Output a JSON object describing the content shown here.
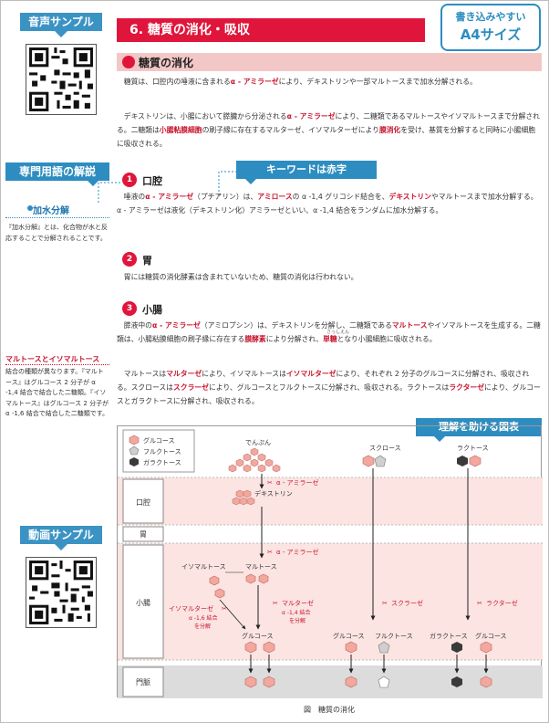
{
  "sidebar": {
    "audio_sample": "音声サンプル",
    "terms_header": "専門用語の解説",
    "term1_word": "加水分解",
    "term1_text": "『加水分解』とは、化合物が水と反応することで分解されることです。",
    "term2_word": "マルトースとイソマルトース",
    "term2_text": "結合の種類が異なります。『マルトース』はグルコース 2 分子が α -1,4 結合で結合した二糖類。『イソマルトース』はグルコース 2 分子が α -1,6 結合で結合した二糖類です。",
    "video_sample": "動画サンプル"
  },
  "header": {
    "title": "6. 糖質の消化・吸収",
    "badge_line1": "書き込みやすい",
    "badge_line2": "A4サイズ"
  },
  "section": {
    "title": "糖質の消化"
  },
  "paragraphs": {
    "p1_a": "　糖質は、口腔内の唾液に含まれる",
    "p1_kw": "α - アミラーゼ",
    "p1_b": "により、デキストリンや一部マルトースまで加水分解される。",
    "p2_a": "　デキストリンは、小腸において膵臓から分泌される",
    "p2_kw1": "α - アミラーゼ",
    "p2_b": "により、二糖類であるマルトースやイソマルトースまで分解される。二糖類は",
    "p2_kw2": "小腸粘膜細胞",
    "p2_c": "の刷子縁に存在するマルターゼ、イソマルターゼにより",
    "p2_kw3": "膜消化",
    "p2_d": "を受け、基質を分解すると同時に小腸細胞に吸収される。"
  },
  "keyword_label": "キーワードは赤字",
  "figure_label": "理解を助ける図表",
  "steps": [
    {
      "num": "1",
      "title": "口腔",
      "t_a": "　唾液の",
      "t_kw1": "α - アミラーゼ",
      "t_b": "（プチアリン）は、",
      "t_kw2": "アミロース",
      "t_c": "の α -1,4 グリコシド結合を、",
      "t_kw3": "デキストリン",
      "t_d": "やマルトースまで加水分解する。α - アミラーゼは液化（デキストリン化）アミラーゼといい、α -1,4 結合をランダムに加水分解する。"
    },
    {
      "num": "2",
      "title": "胃",
      "t_a": "　胃には糖質の消化酵素は含まれていないため、糖質の消化は行われない。"
    },
    {
      "num": "3",
      "title": "小腸",
      "t_a": "　膵液中の",
      "t_kw1": "α - アミラーゼ",
      "t_b": "（アミロプシン）は、デキストリンを分解し、二糖類である",
      "t_kw2": "マルトース",
      "t_c": "やイソマルトースを生成する。二糖類は、小腸粘膜細胞の刷子縁に存在する",
      "t_kw3": "膜酵素",
      "t_d": "により分解され、",
      "t_kw4": "単糖",
      "t_e": "となり小腸細胞に吸収される。",
      "t2_a": "　マルトースは",
      "t2_kw1": "マルターゼ",
      "t2_b": "により、イソマルトースは",
      "t2_kw2": "イソマルターゼ",
      "t2_c": "により、それぞれ 2 分子のグルコースに分解され、吸収される。スクロースは",
      "t2_kw3": "スクラーゼ",
      "t2_d": "により、グルコースとフルクトースに分解され、吸収される。ラクトースは",
      "t2_kw4": "ラクターゼ",
      "t2_e": "により、グルコースとガラクトースに分解され、吸収される。",
      "ruby": "さっしえん"
    }
  ],
  "diagram": {
    "legend": [
      "グルコース",
      "フルクトース",
      "ガラクトース"
    ],
    "rows": [
      "口腔",
      "胃",
      "小腸",
      "門脈"
    ],
    "starch": "でんぷん",
    "sucrose": "スクロース",
    "lactose": "ラクトース",
    "dextrin": "デキストリン",
    "amylase1": "α - アミラーゼ",
    "amylase2": "α - アミラーゼ",
    "isomaltose": "イソマルトース",
    "maltose": "マルトース",
    "isomaltase": "イソマルターゼ",
    "isomaltase_note1": "α -1,6 結合",
    "isomaltase_note2": "を分解",
    "maltase": "マルターゼ",
    "maltase_note1": "α -1,4 結合",
    "maltase_note2": "を分解",
    "sucrase": "スクラーゼ",
    "lactase": "ラクターゼ",
    "glucose1": "グルコース",
    "glucose2": "グルコース",
    "fructose": "フルクトース",
    "galactose": "ガラクトース",
    "glucose3": "グルコース"
  },
  "caption": "図　糖質の消化",
  "colors": {
    "accent": "#e0153b",
    "blue": "#2d8dc0",
    "glucose": "#f2a89d",
    "fructose": "#cfcfcf",
    "galactose": "#3a3a3a",
    "band": "#fbe4e1"
  }
}
